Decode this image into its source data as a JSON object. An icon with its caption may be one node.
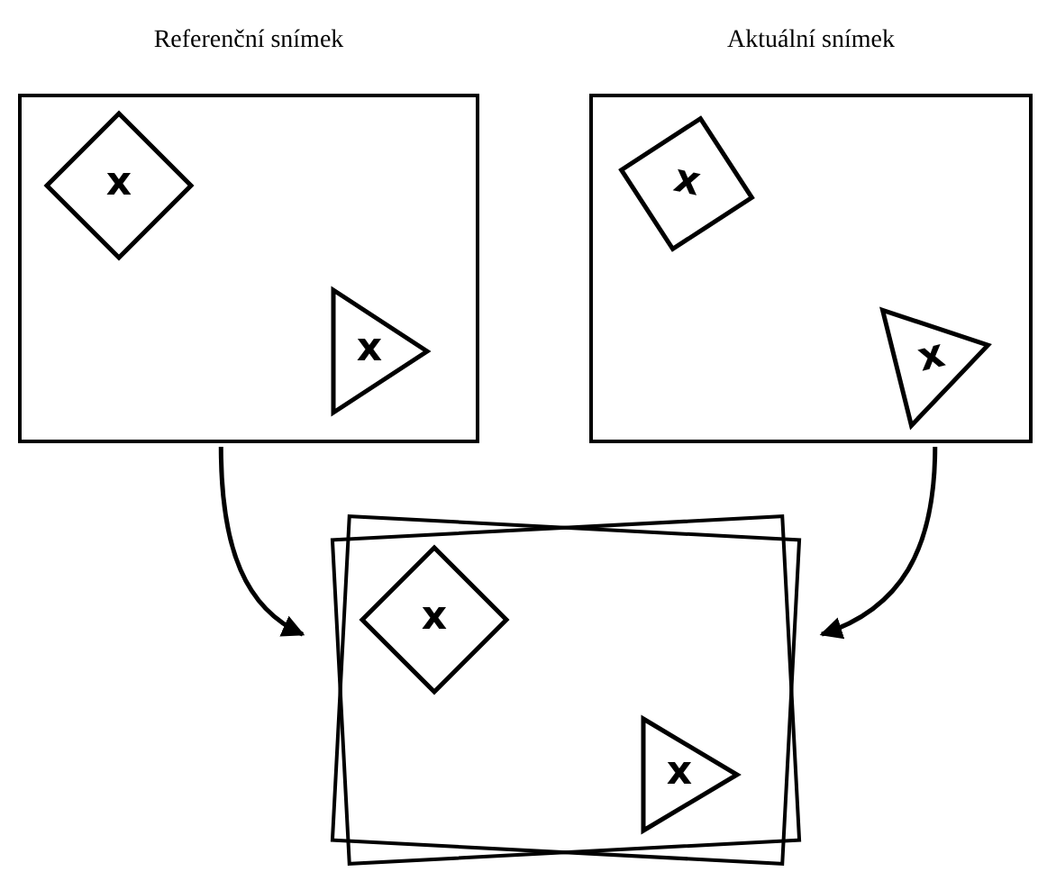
{
  "diagram": {
    "nodes": [
      {
        "text": [
          "Referenční snímek"
        ]
      },
      {
        "text": [
          "x"
        ],
        "in": 0
      },
      {
        "text": [
          "x"
        ],
        "in": 0
      },
      {
        "text": [
          "Aktuální snímek"
        ]
      },
      {
        "text": [
          "x"
        ],
        "in": 3
      },
      {
        "text": [
          "x"
        ],
        "in": 3
      },
      {
        "text": [],
        "shape": "picture"
      },
      {
        "text": [
          "x"
        ],
        "in": 6
      },
      {
        "text": [
          "x"
        ],
        "in": 6
      }
    ],
    "edges": [
      {
        "from": 0,
        "to": 6,
        "arrow": "to"
      },
      {
        "from": 3,
        "to": 6,
        "arrow": "to"
      }
    ]
  }
}
